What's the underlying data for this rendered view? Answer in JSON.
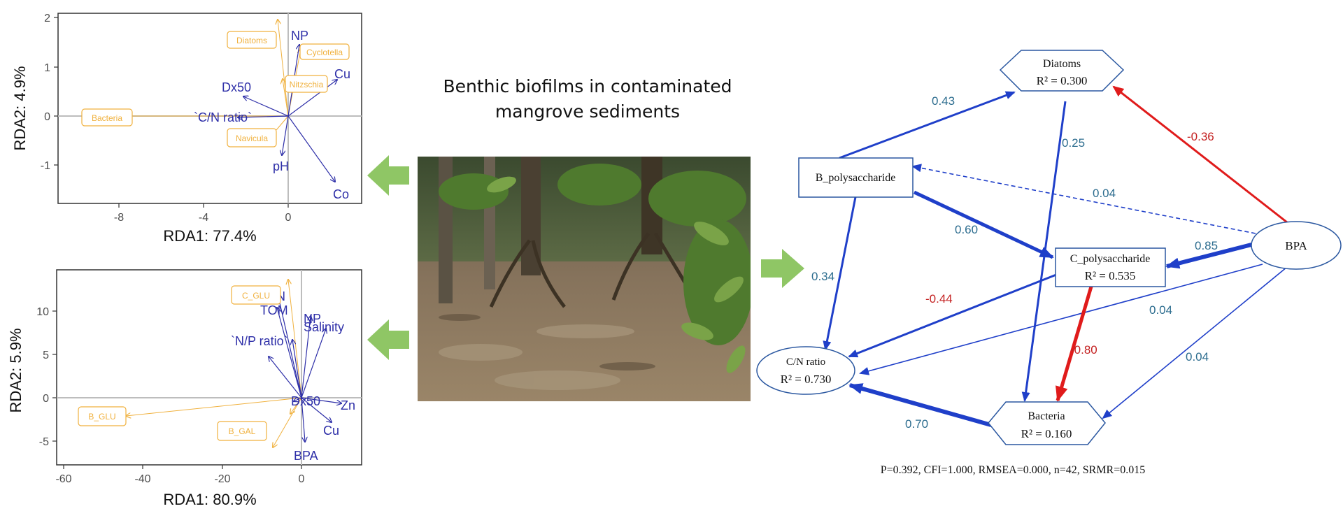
{
  "header": {
    "line1": "Benthic biofilms in contaminated",
    "line2": "mangrove sediments"
  },
  "colors": {
    "vector": "#2e2fa8",
    "response": "#f0b13e",
    "path_blue": "#1f3fc9",
    "path_red": "#e01b1b",
    "arrow_green": "#8fc665",
    "coef_text": "#2d6d8f",
    "neg_text": "#c42222",
    "axis_text": "#4d4d4d"
  },
  "photo": {
    "description_icon": "mangrove-photo"
  },
  "rda_top": {
    "xlabel": "RDA1: 77.4%",
    "ylabel": "RDA2: 4.9%",
    "xticks": [
      "-8",
      "-4",
      "0"
    ],
    "yticks": [
      "2",
      "1",
      "0",
      "-1"
    ],
    "env_vectors": [
      "NP",
      "Cu",
      "Dx50",
      "`C/N ratio`",
      "pH",
      "Co"
    ],
    "response_labels": [
      "Diatoms",
      "Cyclotella",
      "Nitzschia",
      "Bacteria",
      "Navicula"
    ]
  },
  "rda_bottom": {
    "xlabel": "RDA1: 80.9%",
    "ylabel": "RDA2: 5.9%",
    "xticks": [
      "-60",
      "-40",
      "-20",
      "0"
    ],
    "yticks": [
      "10",
      "5",
      "0",
      "-5"
    ],
    "env_vectors": [
      "TN",
      "TOM",
      "NP",
      "Salinity",
      "`N/P ratio`",
      "Dx50",
      "Zn",
      "Cu",
      "BPA"
    ],
    "response_labels": [
      "C_GLU",
      "B_GLU",
      "B_GAL"
    ]
  },
  "sem": {
    "nodes": {
      "diatoms": {
        "name": "Diatoms",
        "r2": "R² = 0.300"
      },
      "b_poly": {
        "name": "B_polysaccharide"
      },
      "c_poly": {
        "name": "C_polysaccharide",
        "r2": "R² = 0.535"
      },
      "bpa": {
        "name": "BPA"
      },
      "cn": {
        "name": "C/N ratio",
        "r2": "R² = 0.730"
      },
      "bacteria": {
        "name": "Bacteria",
        "r2": "R² = 0.160"
      }
    },
    "coefficients": {
      "bpoly_diatoms": "0.43",
      "diatoms_bacteria": "0.25",
      "bpa_diatoms": "-0.36",
      "bpa_bpoly": "0.04",
      "bpoly_cpoly": "0.60",
      "bpa_cpoly": "0.85",
      "bpoly_cn": "0.34",
      "cpoly_cn": "-0.44",
      "bpa_cn": "0.04",
      "cpoly_bacteria": "-0.80",
      "bpa_bacteria": "0.04",
      "bacteria_cn": "0.70"
    },
    "fit": "P=0.392, CFI=1.000, RMSEA=0.000, n=42, SRMR=0.015"
  }
}
